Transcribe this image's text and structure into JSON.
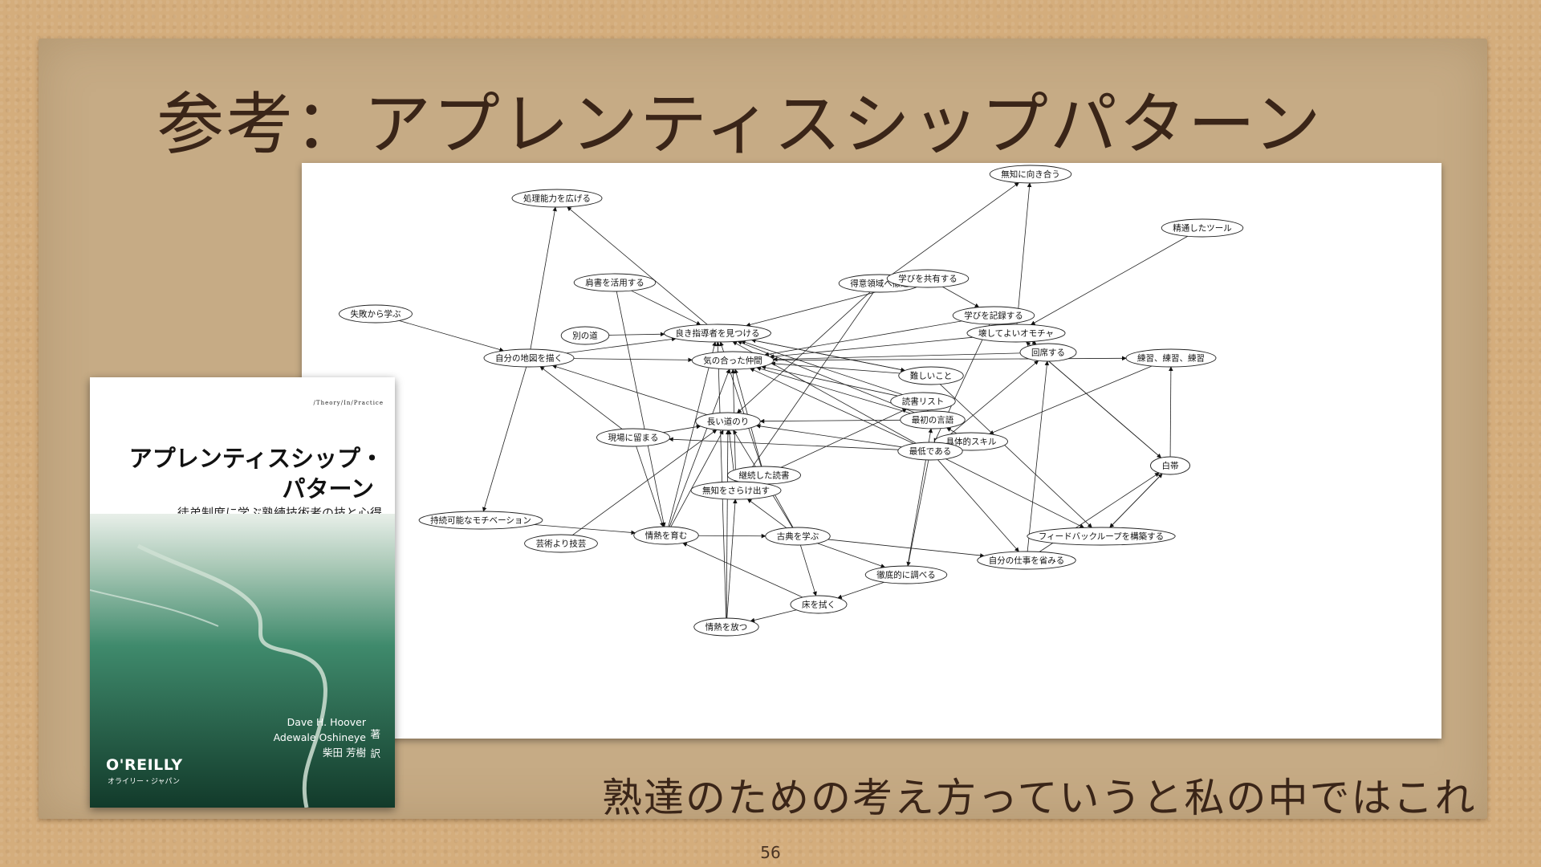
{
  "slide": {
    "title": "参考：アプレンティスシップパターン",
    "caption": "熟達のための考え方っていうと私の中ではこれ",
    "page_number": "56"
  },
  "book": {
    "series": "/Theory/In/Practice",
    "title_line1": "アプレンティスシップ・",
    "title_line2": "パターン",
    "subtitle": "徒弟制度に学ぶ熟練技術者の技と心得",
    "authors": [
      "Dave H. Hoover",
      "Adewale Oshineye",
      "柴田 芳樹"
    ],
    "author_mark": "著",
    "translator_mark": "訳",
    "publisher": "O'REILLY",
    "publisher_sub": "オライリー・ジャパン"
  },
  "graph": {
    "nodes": [
      {
        "id": "muchi",
        "label": "無知に向き合う"
      },
      {
        "id": "shori",
        "label": "処理能力を広げる"
      },
      {
        "id": "seitsu",
        "label": "精通したツール"
      },
      {
        "id": "katagaki",
        "label": "肩書を活用する"
      },
      {
        "id": "tokui",
        "label": "得意領域へ撤退"
      },
      {
        "id": "manabi_share",
        "label": "学びを共有する"
      },
      {
        "id": "shippai",
        "label": "失敗から学ぶ"
      },
      {
        "id": "manabi_rec",
        "label": "学びを記録する"
      },
      {
        "id": "betsu",
        "label": "別の道"
      },
      {
        "id": "yoki",
        "label": "良き指導者を見つける"
      },
      {
        "id": "kowashite",
        "label": "壊してよいオモチャ"
      },
      {
        "id": "jibun_chizu",
        "label": "自分の地図を描く"
      },
      {
        "id": "kinoatta",
        "label": "気の合った仲間"
      },
      {
        "id": "kaiki",
        "label": "回席する"
      },
      {
        "id": "renshu",
        "label": "練習、練習、練習"
      },
      {
        "id": "muzukashii",
        "label": "難しいこと"
      },
      {
        "id": "dokusho_list",
        "label": "読書リスト"
      },
      {
        "id": "nagai",
        "label": "長い道のり"
      },
      {
        "id": "saisho",
        "label": "最初の言語"
      },
      {
        "id": "genba",
        "label": "現場に留まる"
      },
      {
        "id": "gutaiteki",
        "label": "具体的スキル"
      },
      {
        "id": "saitei",
        "label": "最低である"
      },
      {
        "id": "keizoku",
        "label": "継続した読書"
      },
      {
        "id": "shiroobi",
        "label": "白帯"
      },
      {
        "id": "muchi_sarake",
        "label": "無知をさらけ出す"
      },
      {
        "id": "jizoku",
        "label": "持続可能なモチベーション"
      },
      {
        "id": "feedback",
        "label": "フィードバックループを構築する"
      },
      {
        "id": "geijutsu",
        "label": "芸術より技芸"
      },
      {
        "id": "jonetsu_sodate",
        "label": "情熱を育む"
      },
      {
        "id": "koten",
        "label": "古典を学ぶ"
      },
      {
        "id": "jibun_shigoto",
        "label": "自分の仕事を省みる"
      },
      {
        "id": "tettei",
        "label": "徹底的に調べる"
      },
      {
        "id": "yuka",
        "label": "床を拭く"
      },
      {
        "id": "jonetsu_hanatsu",
        "label": "情熱を放つ"
      }
    ],
    "edges": [
      [
        "tokui",
        "muchi"
      ],
      [
        "kowashite",
        "muchi"
      ],
      [
        "seitsu",
        "kowashite"
      ],
      [
        "yoki",
        "shori"
      ],
      [
        "jibun_chizu",
        "shori"
      ],
      [
        "katagaki",
        "yoki"
      ],
      [
        "shippai",
        "jibun_chizu"
      ],
      [
        "betsu",
        "yoki"
      ],
      [
        "jibun_chizu",
        "kinoatta"
      ],
      [
        "jibun_chizu",
        "yoki"
      ],
      [
        "jibun_chizu",
        "jizoku"
      ],
      [
        "nagai",
        "jibun_chizu"
      ],
      [
        "genba",
        "jibun_chizu"
      ],
      [
        "kowashite",
        "manabi_rec"
      ],
      [
        "kowashite",
        "kinoatta"
      ],
      [
        "kowashite",
        "shiroobi"
      ],
      [
        "shiroobi",
        "kowashite"
      ],
      [
        "renshu",
        "gutaiteki"
      ],
      [
        "shiroobi",
        "renshu"
      ],
      [
        "kaiki",
        "manabi_rec"
      ],
      [
        "kaiki",
        "kinoatta"
      ],
      [
        "manabi_share",
        "manabi_rec"
      ],
      [
        "manabi_rec",
        "kinoatta"
      ],
      [
        "manabi_rec",
        "saitei"
      ],
      [
        "manabi_share",
        "yoki"
      ],
      [
        "tokui",
        "nagai"
      ],
      [
        "tokui",
        "muchi_sarake"
      ],
      [
        "muzukashii",
        "yoki"
      ],
      [
        "muzukashii",
        "kinoatta"
      ],
      [
        "muzukashii",
        "feedback"
      ],
      [
        "dokusho_list",
        "kinoatta"
      ],
      [
        "dokusho_list",
        "yoki"
      ],
      [
        "dokusho_list",
        "saisho"
      ],
      [
        "saisho",
        "nagai"
      ],
      [
        "saisho",
        "kinoatta"
      ],
      [
        "saisho",
        "yoki"
      ],
      [
        "gutaiteki",
        "saisho"
      ],
      [
        "saitei",
        "kinoatta"
      ],
      [
        "saitei",
        "yoki"
      ],
      [
        "saitei",
        "nagai"
      ],
      [
        "saitei",
        "genba"
      ],
      [
        "saitei",
        "gutaiteki"
      ],
      [
        "saitei",
        "feedback"
      ],
      [
        "saitei",
        "jibun_shigoto"
      ],
      [
        "saitei",
        "tettei"
      ],
      [
        "saitei",
        "kaiki"
      ],
      [
        "keizoku",
        "kinoatta"
      ],
      [
        "keizoku",
        "yoki"
      ],
      [
        "keizoku",
        "dokusho_list"
      ],
      [
        "koten",
        "keizoku"
      ],
      [
        "koten",
        "muchi_sarake"
      ],
      [
        "koten",
        "nagai"
      ],
      [
        "koten",
        "jibun_shigoto"
      ],
      [
        "koten",
        "tettei"
      ],
      [
        "koten",
        "yuka"
      ],
      [
        "jonetsu_sodate",
        "koten"
      ],
      [
        "jonetsu_sodate",
        "kinoatta"
      ],
      [
        "jonetsu_sodate",
        "yoki"
      ],
      [
        "jonetsu_sodate",
        "nagai"
      ],
      [
        "jizoku",
        "jonetsu_sodate"
      ],
      [
        "geijutsu",
        "nagai"
      ],
      [
        "genba",
        "nagai"
      ],
      [
        "genba",
        "jonetsu_sodate"
      ],
      [
        "katagaki",
        "jonetsu_sodate"
      ],
      [
        "muchi_sarake",
        "kinoatta"
      ],
      [
        "muchi_sarake",
        "nagai"
      ],
      [
        "jonetsu_hanatsu",
        "muchi_sarake"
      ],
      [
        "jonetsu_hanatsu",
        "yoki"
      ],
      [
        "jonetsu_hanatsu",
        "nagai"
      ],
      [
        "yuka",
        "jonetsu_hanatsu"
      ],
      [
        "yuka",
        "jonetsu_sodate"
      ],
      [
        "tettei",
        "yuka"
      ],
      [
        "tettei",
        "saisho"
      ],
      [
        "feedback",
        "shiroobi"
      ],
      [
        "shiroobi",
        "feedback"
      ],
      [
        "jibun_shigoto",
        "shiroobi"
      ],
      [
        "jibun_shigoto",
        "kaiki"
      ],
      [
        "kinoatta",
        "renshu"
      ],
      [
        "yoki",
        "muzukashii"
      ],
      [
        "manabi_rec",
        "kaiki"
      ]
    ]
  }
}
